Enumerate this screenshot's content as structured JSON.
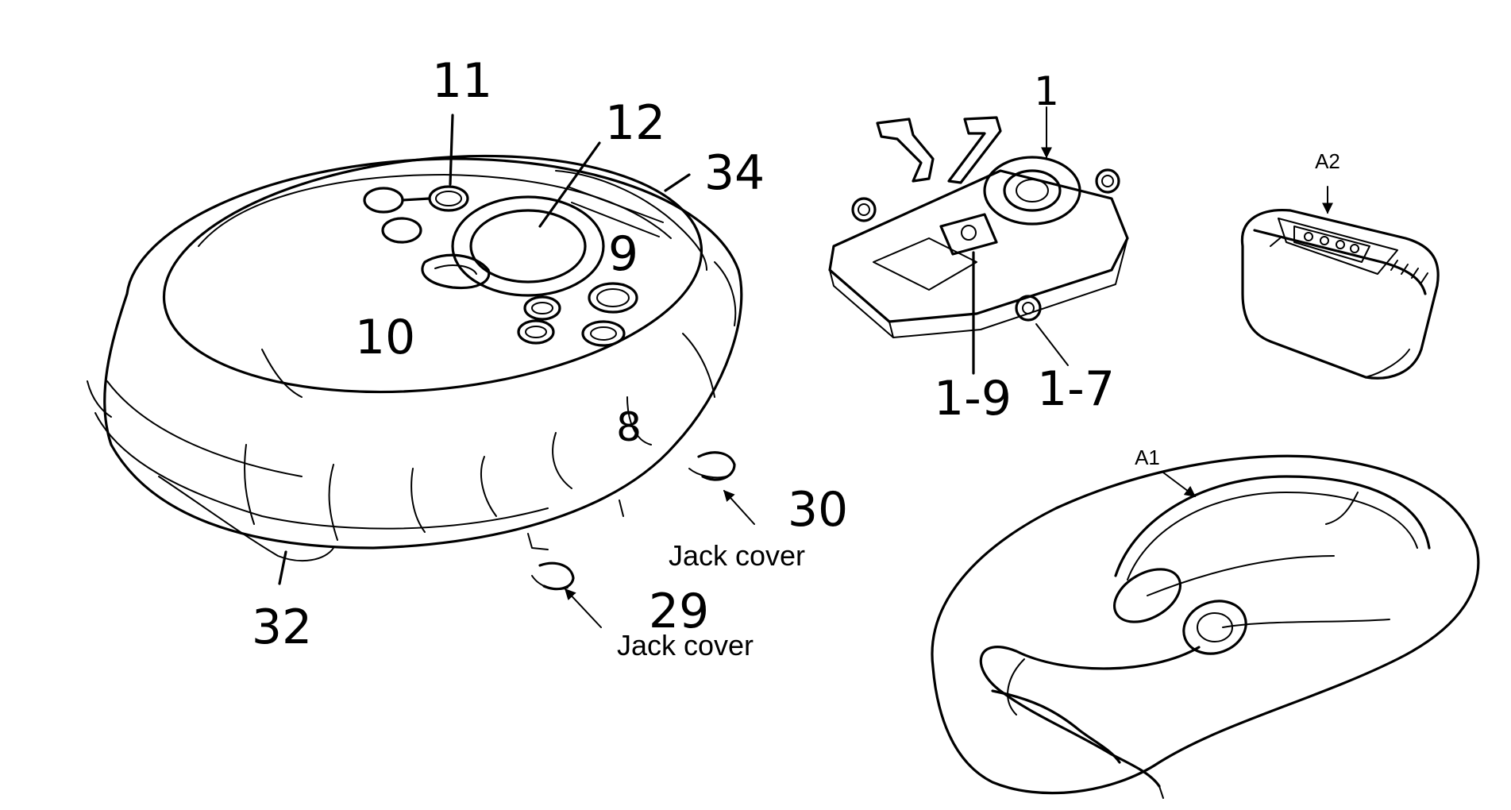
{
  "labels": {
    "l11": "11",
    "l12": "12",
    "l34": "34",
    "l9": "9",
    "l10": "10",
    "l8": "8",
    "l30": "30",
    "l29": "29",
    "l32": "32",
    "l1": "1",
    "l1_9": "1-9",
    "l1_7": "1-7",
    "lA2": "A2",
    "lA1": "A1",
    "jack_cover_1": "Jack cover",
    "jack_cover_2": "Jack cover"
  }
}
